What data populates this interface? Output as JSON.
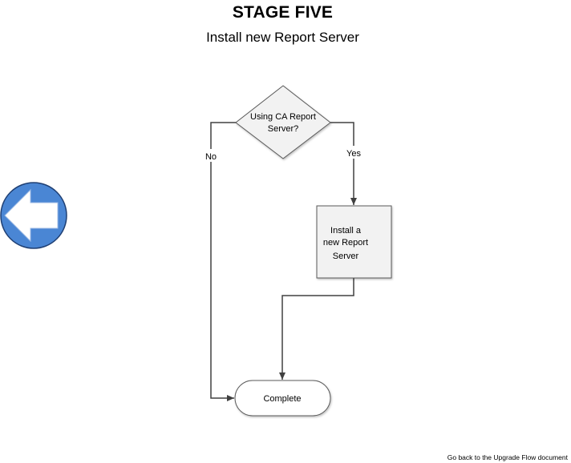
{
  "header": {
    "title": "STAGE FIVE",
    "subtitle": "Install new Report Server"
  },
  "navigation": {
    "back_icon": "left-arrow-icon",
    "back_color": "#4a86d4",
    "footer_link": "Go back to the Upgrade Flow document"
  },
  "flowchart": {
    "decision": {
      "lines": [
        "Using CA Report",
        "Server?"
      ]
    },
    "edges": {
      "yes_label": "Yes",
      "no_label": "No"
    },
    "process": {
      "lines": [
        "Install a",
        "new Report",
        "Server"
      ]
    },
    "terminal": {
      "label": "Complete"
    }
  }
}
